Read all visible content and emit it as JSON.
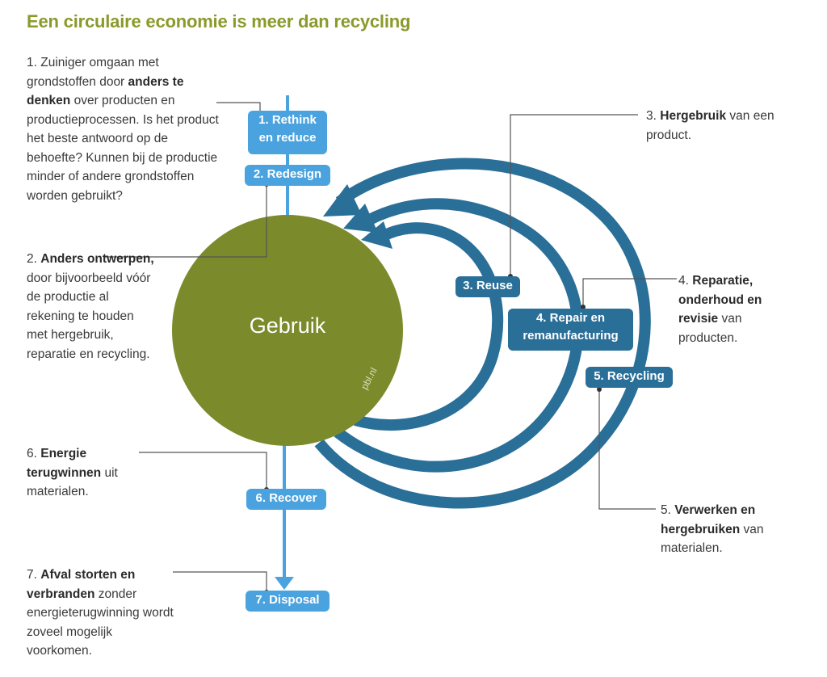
{
  "title": "Een circulaire economie is meer dan recycling",
  "center_label": "Gebruik",
  "watermark": "pbl.nl",
  "colors": {
    "title": "#8a9a2b",
    "circle": "#7b8a2b",
    "light_blue": "#4aa3df",
    "dark_blue": "#2a6f98"
  },
  "steps": {
    "rethink_line1": "1. Rethink",
    "rethink_line2": "en reduce",
    "redesign": "2. Redesign",
    "reuse": "3. Reuse",
    "repair_line1": "4. Repair en",
    "repair_line2": "remanufacturing",
    "recycling": "5. Recycling",
    "recover": "6. Recover",
    "disposal": "7. Disposal"
  },
  "notes": {
    "n1": {
      "num": "1.",
      "t1": "Zuiniger omgaan met grondstoffen door",
      "b1": "anders te denken",
      "t2": "over producten en productieprocessen. Is het product het beste antwoord op de behoefte? Kunnen bij de productie minder of andere grondstoffen worden gebruikt?"
    },
    "n2": {
      "num": "2.",
      "b1": "Anders ontwerpen,",
      "t1": "door bijvoorbeeld vóór de productie al rekening te houden met hergebruik, reparatie en recycling."
    },
    "n3": {
      "num": "3.",
      "b1": "Hergebruik",
      "t1": "van een product."
    },
    "n4": {
      "num": "4.",
      "b1": "Reparatie, onderhoud en revisie",
      "t1": "van producten."
    },
    "n5": {
      "num": "5.",
      "b1": "Verwerken en hergebruiken",
      "t1": "van materialen."
    },
    "n6": {
      "num": "6.",
      "b1": "Energie terugwinnen",
      "t1": "uit materialen."
    },
    "n7": {
      "num": "7.",
      "b1": "Afval storten en verbranden",
      "t1": "zonder energieterugwinning wordt zoveel mogelijk voorkomen."
    }
  }
}
